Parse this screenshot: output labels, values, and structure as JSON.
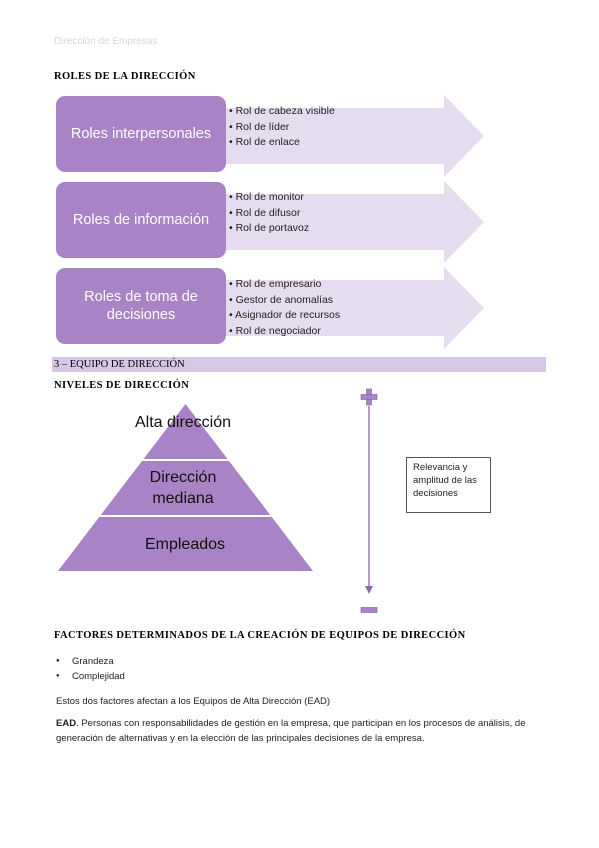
{
  "header": {
    "title": "Dirección de Empresas"
  },
  "roles_section": {
    "heading": "ROLES DE LA DIRECCIÓN",
    "groups": [
      {
        "label": "Roles interpersonales",
        "items": [
          "Rol de cabeza visible",
          "Rol de líder",
          "Rol de enlace"
        ]
      },
      {
        "label": "Roles de información",
        "items": [
          "Rol de monitor",
          "Rol de difusor",
          "Rol de portavoz"
        ]
      },
      {
        "label": "Roles de toma de decisiones",
        "items": [
          "Rol de empresario",
          "Gestor de anomalías",
          "Asignador de recursos",
          "Rol de negociador"
        ]
      }
    ]
  },
  "equipo_section": {
    "bar_title": "3 – EQUIPO DE DIRECCIÓN",
    "niveles_heading": "NIVELES DE DIRECCIÓN",
    "pyramid": [
      "Alta dirección",
      "Dirección mediana",
      "Empleados"
    ],
    "scale_top_symbol": "+",
    "scale_bottom_symbol": "−",
    "note": "Relevancia y amplitud de las decisiones"
  },
  "factors_section": {
    "heading": "FACTORES DETERMINADOS DE LA CREACIÓN DE EQUIPOS DE DIRECCIÓN",
    "items": [
      "Grandeza",
      "Complejidad"
    ],
    "summary": "Estos dos factores afectan a los Equipos de Alta Dirección (EAD)",
    "ead_term": "EAD",
    "ead_definition": ". Personas con responsabilidades de gestión en la empresa, que participan en los procesos de análisis, de generación de alternativas y en la elección de las principales decisiones de la empresa."
  },
  "colors": {
    "purple": "#a883c5",
    "arrow_fill": "#e6dcef",
    "bar_fill": "#d7c7e6",
    "scale_line": "#8a6aa8"
  }
}
